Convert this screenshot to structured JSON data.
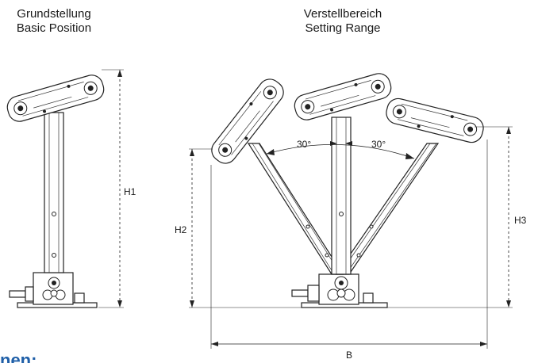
{
  "captions": {
    "basic_position_de": "Grundstellung",
    "basic_position_en": "Basic Position",
    "setting_range_de": "Verstellbereich",
    "setting_range_en": "Setting Range"
  },
  "dimensions": {
    "h1": "H1",
    "h2": "H2",
    "h3": "H3",
    "b": "B"
  },
  "angles": {
    "left": "30°",
    "right": "30°"
  },
  "section_heading": "nen:",
  "colors": {
    "line": "#222222",
    "heading": "#1f5fa8"
  }
}
